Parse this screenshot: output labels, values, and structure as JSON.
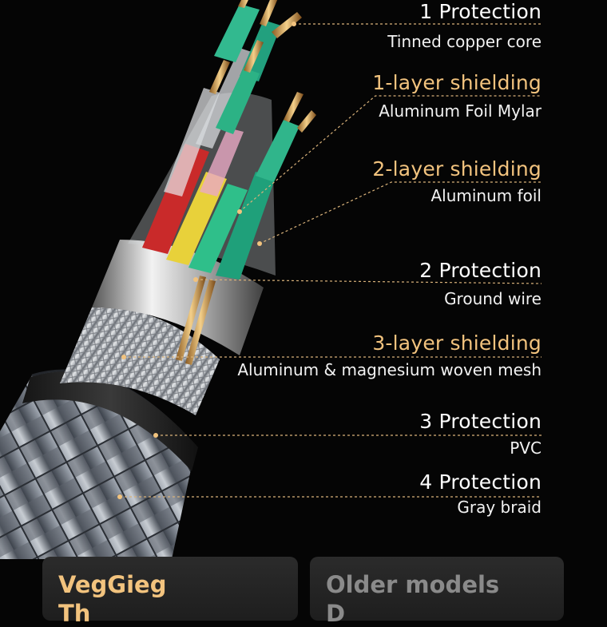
{
  "layers": [
    {
      "title": "1 Protection",
      "subtitle": "Tinned copper core",
      "tone": "white"
    },
    {
      "title": "1-layer shielding",
      "subtitle": "Aluminum Foil Mylar",
      "tone": "gold"
    },
    {
      "title": "2-layer shielding",
      "subtitle": "Aluminum foil",
      "tone": "gold"
    },
    {
      "title": "2 Protection",
      "subtitle": "Ground wire",
      "tone": "white"
    },
    {
      "title": "3-layer shielding",
      "subtitle": "Aluminum & magnesium woven mesh",
      "tone": "gold"
    },
    {
      "title": "3 Protection",
      "subtitle": "PVC",
      "tone": "white"
    },
    {
      "title": "4 Protection",
      "subtitle": "Gray braid",
      "tone": "white"
    }
  ],
  "comparison": {
    "left_title": "VegGieg",
    "left_line2": "Th",
    "right_title": "Older models",
    "right_line2": "D"
  },
  "colors": {
    "gold": "#f2c37e",
    "white": "#ffffff",
    "background": "#050505",
    "leader_line": "#d9b27a"
  }
}
